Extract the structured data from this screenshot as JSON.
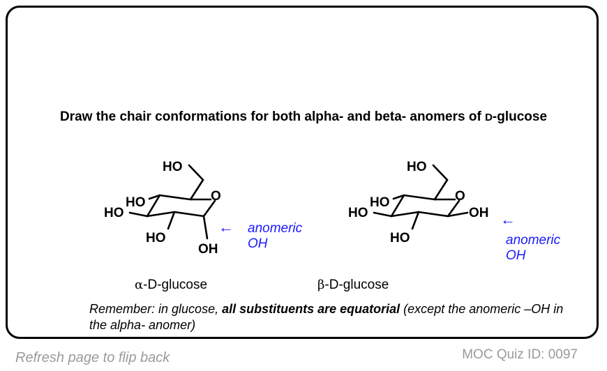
{
  "question": {
    "prefix": "Draw the chair conformations for both alpha- and beta- anomers of ",
    "d_letter": "D",
    "suffix": "-glucose"
  },
  "alpha": {
    "labels": {
      "ho_top": "HO",
      "o_ring": "O",
      "ho_c4": "HO",
      "ho_c3": "HO",
      "ho_c2": "HO",
      "oh_c1": "OH"
    },
    "annotation": {
      "arrow": "←",
      "line1": "anomeric",
      "line2": "OH"
    },
    "caption": {
      "greek": "α",
      "text": "-D-glucose"
    }
  },
  "beta": {
    "labels": {
      "ho_top": "HO",
      "o_ring": "O",
      "ho_c4": "HO",
      "ho_c3": "HO",
      "ho_c2": "HO",
      "oh_c1": "OH"
    },
    "annotation": {
      "arrow": "←",
      "line1": "anomeric",
      "line2": "OH"
    },
    "caption": {
      "greek": "β",
      "text": "-D-glucose"
    }
  },
  "remember": {
    "prefix": "Remember: in glucose, ",
    "bold": "all substituents are equatorial",
    "suffix": " (except the anomeric –OH in the alpha- anomer)"
  },
  "footer": {
    "refresh": "Refresh page to flip back",
    "quiz_id": "MOC Quiz ID: 0097"
  },
  "colors": {
    "annotation": "#1a1aff",
    "footer_text": "#9a9a9a",
    "bond": "#000000"
  }
}
